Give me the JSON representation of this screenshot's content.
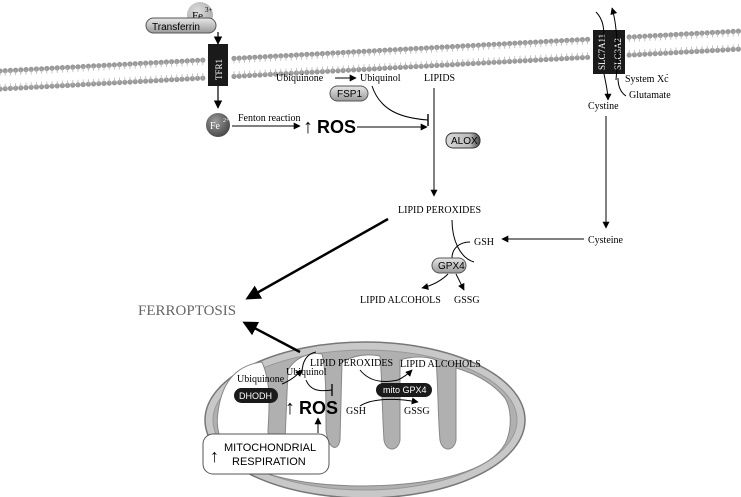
{
  "labels": {
    "fe3": "Fe",
    "fe3_sup": "3+",
    "transferrin": "Transferrin",
    "tfr1": "TFR1",
    "fe2": "Fe",
    "fe2_sup": "2+",
    "fenton": "Fenton reaction",
    "ros": "ROS",
    "ubiquinone": "Ubiquinone",
    "ubiquinol": "Ubiquinol",
    "fsp1": "FSP1",
    "lipids": "LIPIDS",
    "alox": "ALOX",
    "lipid_peroxides": "LIPID PEROXIDES",
    "gsh": "GSH",
    "gpx4": "GPX4",
    "lipid_alcohols": "LIPID ALCOHOLS",
    "gssg": "GSSG",
    "slc7a11": "SLC7A11",
    "slc3a2": "SLC3A2",
    "system_xc": "System Xc",
    "system_xc_sup": "-",
    "glutamate": "Glutamate",
    "cystine": "Cystine",
    "cysteine": "Cysteine",
    "ferroptosis": "FERROPTOSIS"
  },
  "mito": {
    "ubiquinone": "Ubiquinone",
    "ubiquinol": "Ubiquinol",
    "dhodh": "DHODH",
    "lipid_peroxides": "LIPID PEROXIDES",
    "lipid_alcohols": "LIPID ALCOHOLS",
    "mito_gpx4": "mito GPX4",
    "gsh": "GSH",
    "gssg": "GSSG",
    "ros": "ROS",
    "respiration_line1": "MITOCHONDRIAL",
    "respiration_line2": "RESPIRATION",
    "up_arrow": "↑"
  },
  "colors": {
    "membrane": "#9a9a9a",
    "mito_fill": "#b8b8b8",
    "dark_box": "#1a1a1a",
    "grey_pill": "#c8c8c8"
  }
}
